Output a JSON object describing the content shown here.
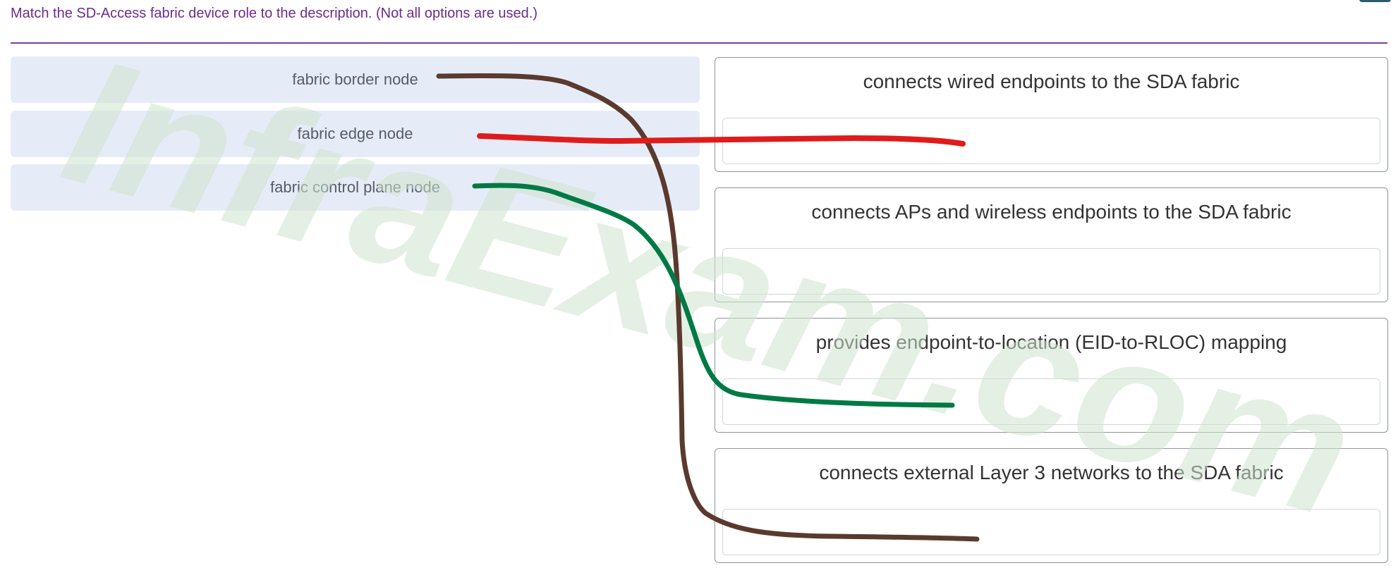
{
  "instructions": "Match the SD-Access fabric device role to the description. (Not all options are used.)",
  "options": [
    {
      "label": "fabric border node"
    },
    {
      "label": "fabric edge node"
    },
    {
      "label": "fabric control plane node"
    }
  ],
  "targets": [
    {
      "description": "connects wired endpoints to the SDA fabric"
    },
    {
      "description": "connects APs and wireless endpoints to the SDA fabric"
    },
    {
      "description": "provides endpoint-to-location (EID-to-RLOC) mapping"
    },
    {
      "description": "connects external Layer 3 networks to the SDA fabric"
    }
  ],
  "watermark": {
    "text": "InfraExam.com",
    "color": "#cfe3cf"
  },
  "annotations": [
    {
      "from": "fabric border node",
      "to": "connects external Layer 3 networks to the SDA fabric",
      "color": "#5a3a2e"
    },
    {
      "from": "fabric edge node",
      "to": "connects wired endpoints to the SDA fabric",
      "color": "#e01b1b"
    },
    {
      "from": "fabric control plane node",
      "to": "provides endpoint-to-location (EID-to-RLOC) mapping",
      "color": "#007a45"
    }
  ],
  "colors": {
    "instruction_text": "#6b2c8c",
    "divider": "#7b3fa0",
    "option_bg": "#e6ecf7",
    "target_border": "#8f9499"
  }
}
